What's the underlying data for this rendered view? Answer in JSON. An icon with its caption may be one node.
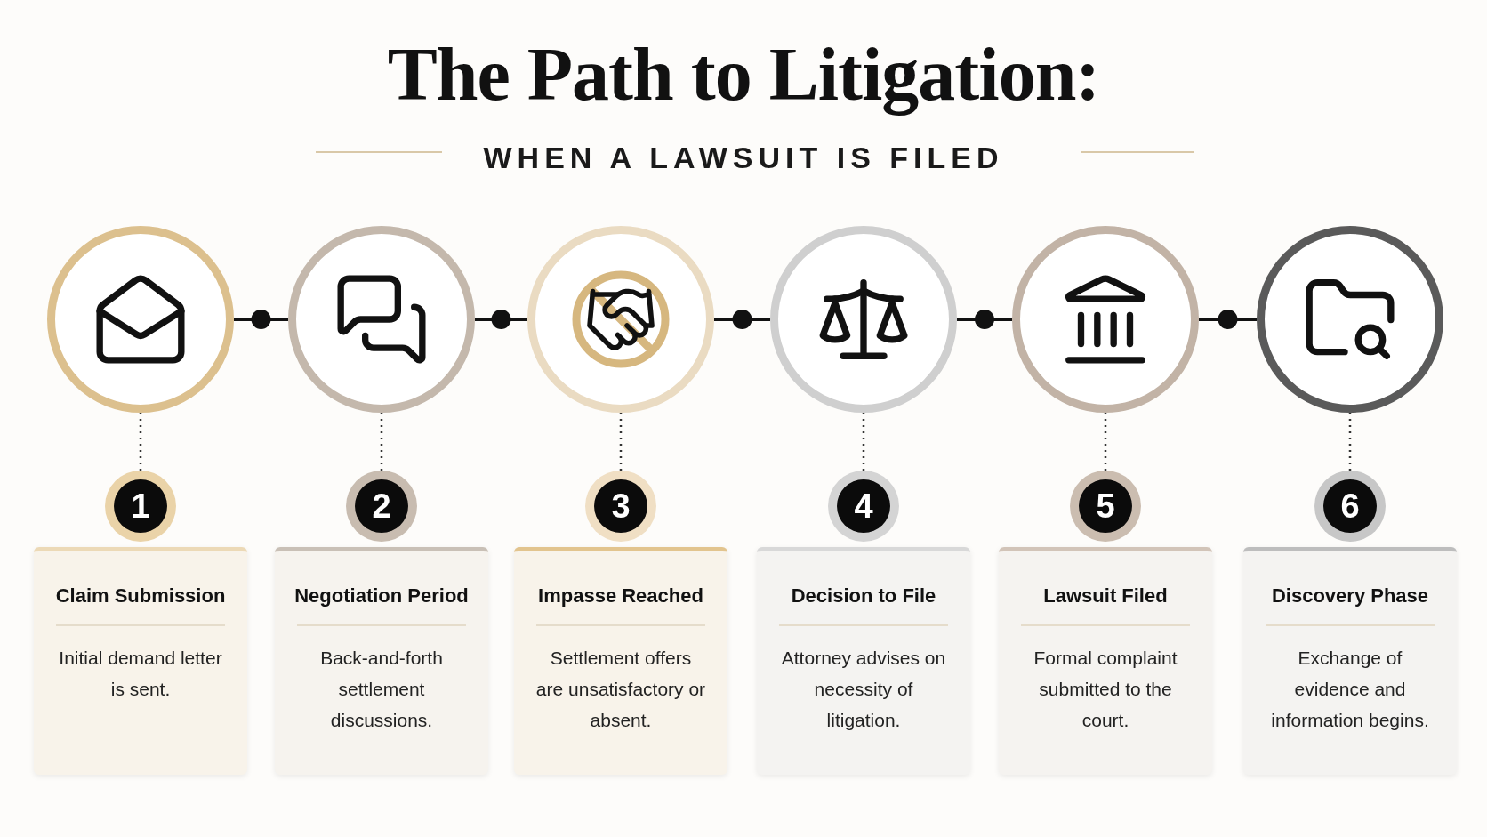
{
  "diagram": {
    "title": "The Path to Litigation:",
    "nodes": [
      {
        "text": [],
        "shape": "circle"
      },
      {
        "text": [],
        "shape": "circle"
      },
      {
        "text": [],
        "shape": "circle"
      },
      {
        "text": [],
        "shape": "circle"
      },
      {
        "text": [],
        "shape": "circle"
      },
      {
        "text": [],
        "shape": "circle"
      },
      {
        "text": [
          "1"
        ]
      },
      {
        "text": [
          "2"
        ]
      },
      {
        "text": [
          "3"
        ]
      },
      {
        "text": [
          "4"
        ]
      },
      {
        "text": [
          "5"
        ]
      },
      {
        "text": [
          "6"
        ]
      },
      {
        "text": [
          "Claim Submission",
          "Initial demand letter is sent."
        ]
      },
      {
        "text": [
          "Negotiation Period",
          "Back-and-forth settlement discussions."
        ]
      },
      {
        "text": [
          "Impasse Reached",
          "Settlement offers are unsatisfactory or absent."
        ]
      },
      {
        "text": [
          "Decision to File",
          "Attorney advises on necessity of litigation."
        ]
      },
      {
        "text": [
          "Lawsuit Filed",
          "Formal complaint submitted to the court."
        ]
      },
      {
        "text": [
          "Discovery Phase",
          "Exchange of evidence and information begins."
        ]
      }
    ],
    "edges": [
      {
        "from": 0,
        "to": 1,
        "arrow": "none"
      },
      {
        "from": 1,
        "to": 2,
        "arrow": "none"
      },
      {
        "from": 2,
        "to": 3,
        "arrow": "none"
      },
      {
        "from": 3,
        "to": 4,
        "arrow": "none"
      },
      {
        "from": 4,
        "to": 5,
        "arrow": "none"
      },
      {
        "from": 0,
        "to": 6,
        "arrow": "none",
        "style": "dashed"
      },
      {
        "from": 1,
        "to": 7,
        "arrow": "none",
        "style": "dashed"
      },
      {
        "from": 2,
        "to": 8,
        "arrow": "none",
        "style": "dashed"
      },
      {
        "from": 3,
        "to": 9,
        "arrow": "none",
        "style": "dashed"
      },
      {
        "from": 4,
        "to": 10,
        "arrow": "none",
        "style": "dashed"
      },
      {
        "from": 5,
        "to": 11,
        "arrow": "none",
        "style": "dashed"
      }
    ],
    "labels": [
      "WHEN A LAWSUIT IS FILED"
    ]
  }
}
